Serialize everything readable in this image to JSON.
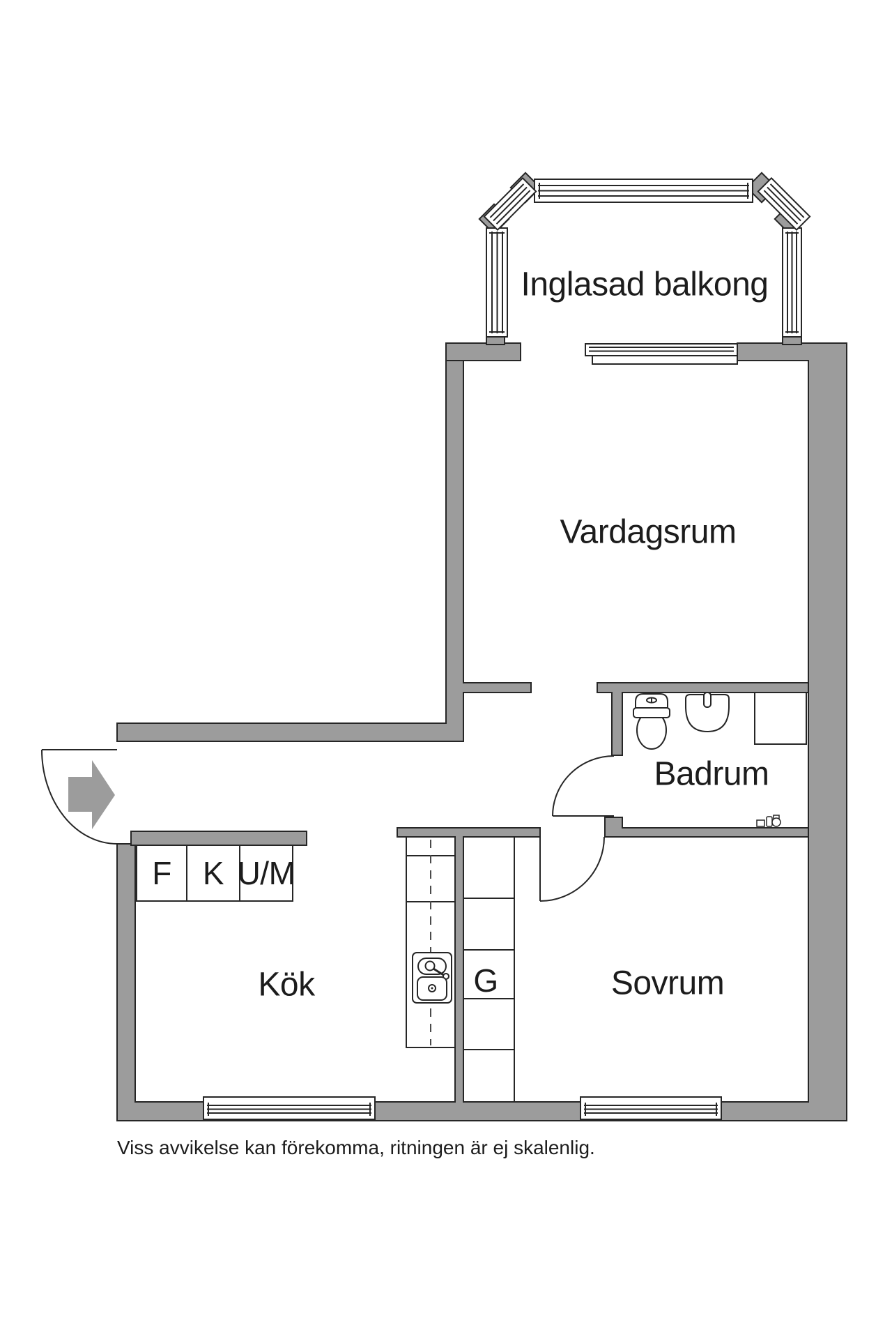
{
  "plan": {
    "rooms": {
      "balcony": "Inglasad balkong",
      "living_room": "Vardagsrum",
      "bathroom": "Badrum",
      "kitchen": "Kök",
      "bedroom": "Sovrum"
    },
    "appliances": {
      "fridge": "F",
      "freezer": "K",
      "washer": "U/M",
      "wardrobe": "G"
    },
    "disclaimer": "Viss avvikelse kan förekomma, ritningen är ej skalenlig.",
    "colors": {
      "wall": "#9c9c9c",
      "outline": "#262626",
      "background": "#ffffff",
      "text": "#1c1c1c"
    },
    "icons": {
      "entry": "entry-arrow-icon",
      "toilet": "toilet-icon",
      "washbasin": "washbasin-icon",
      "shower": "shower-cabinet-icon",
      "valve": "water-valve-icon",
      "kitchen_sink": "kitchen-sink-icon"
    }
  }
}
